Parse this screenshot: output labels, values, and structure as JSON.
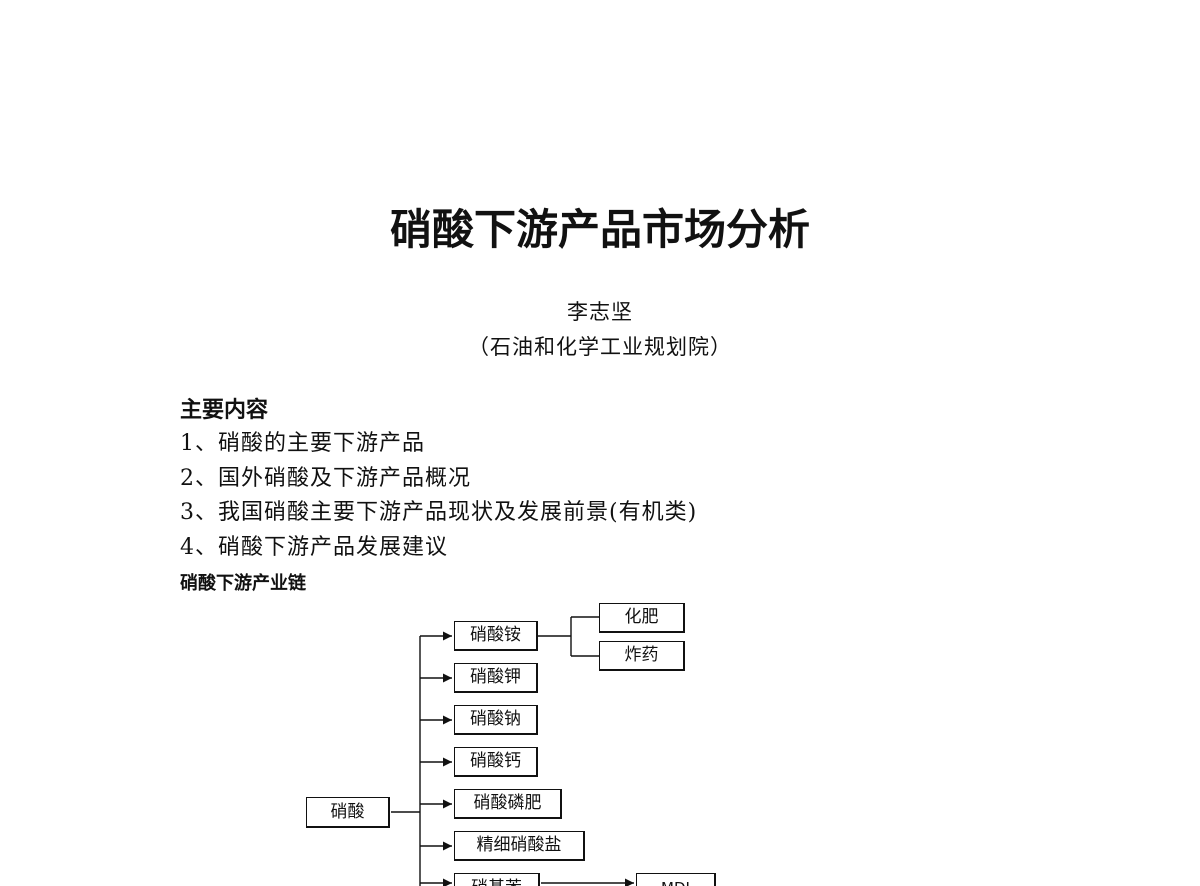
{
  "document": {
    "title": "硝酸下游产品市场分析",
    "author": "李志坚",
    "affiliation": "（石油和化学工业规划院）",
    "contents_heading": "主要内容",
    "contents": [
      "1、硝酸的主要下游产品",
      "2、国外硝酸及下游产品概况",
      "3、我国硝酸主要下游产品现状及发展前景(有机类)",
      "4、硝酸下游产品发展建议"
    ],
    "chain_heading": "硝酸下游产业链"
  },
  "diagram": {
    "root": "硝酸",
    "products": [
      "硝酸铵",
      "硝酸钾",
      "硝酸钠",
      "硝酸钙",
      "硝酸磷肥",
      "精细硝酸盐",
      "硝基苯"
    ],
    "ammonium_nitrate_uses": [
      "化肥",
      "炸药"
    ],
    "nitrobenzene_use": "MDI"
  }
}
